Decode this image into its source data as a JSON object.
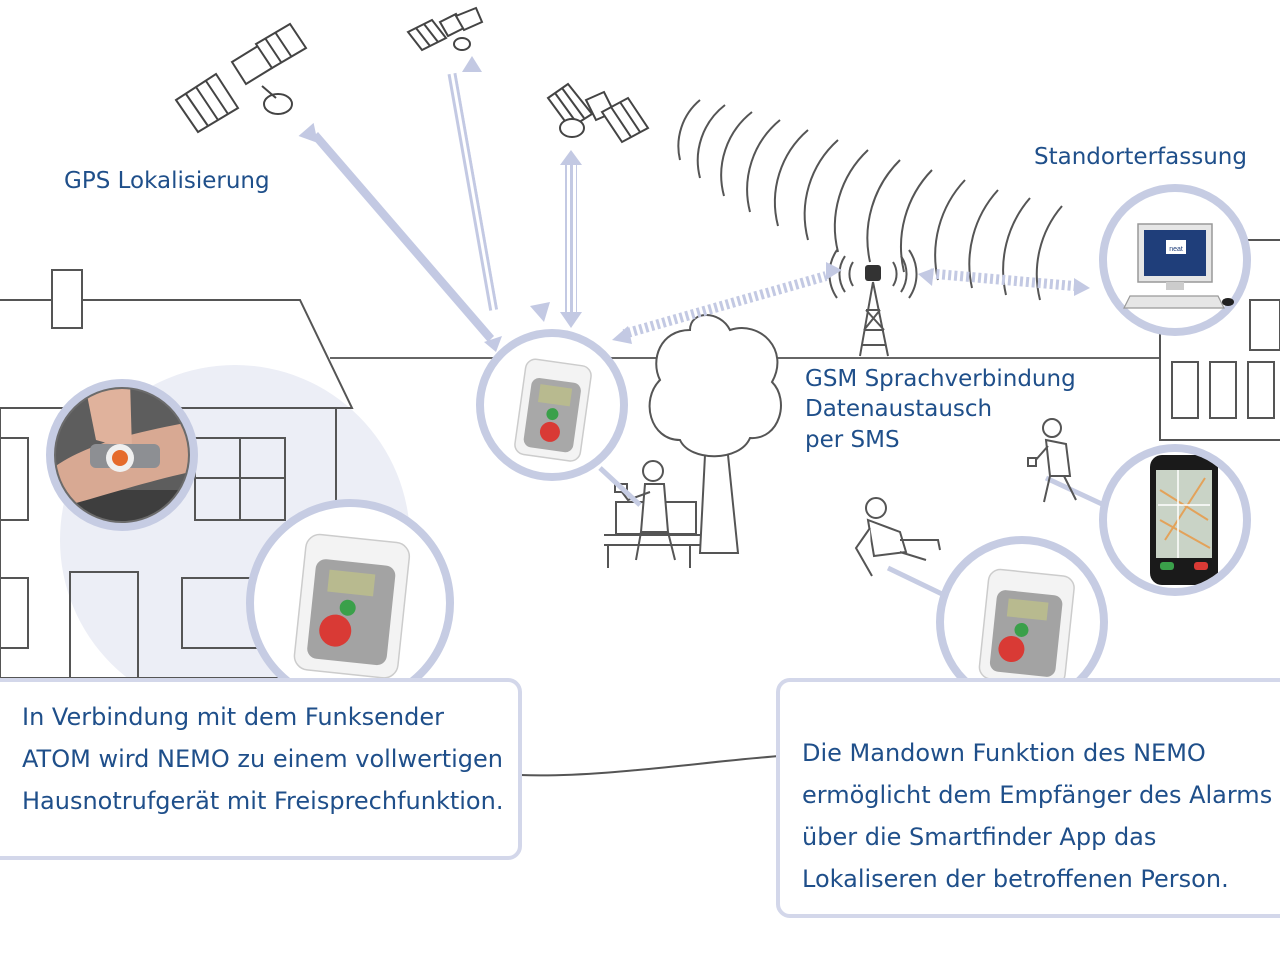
{
  "labels": {
    "gps": "GPS Lokalisierung",
    "standort": "Standorterfassung",
    "gsm_line1": "GSM Sprachverbindung",
    "gsm_line2": "Datenaustausch",
    "gsm_line3": "per SMS"
  },
  "left_box": {
    "line1": "In Verbindung mit dem Funksender",
    "line2": "ATOM wird NEMO zu einem vollwertigen",
    "line3": "Hausnotrufgerät mit Freisprechfunktion."
  },
  "right_box": {
    "line1": "Die Mandown Funktion des NEMO",
    "line2": "ermöglicht dem Empfänger des Alarms",
    "line3": "über die Smartfinder App das",
    "line4": "Lokaliseren der betroffenen Person."
  },
  "monitor_logo": "neat",
  "colors": {
    "text": "#1f4f8a",
    "circle_border": "#c6cce3",
    "arrow": "#c3c9e3",
    "line_art": "#555555",
    "alarm_red": "#d93a35",
    "ok_green": "#3aa04a"
  }
}
